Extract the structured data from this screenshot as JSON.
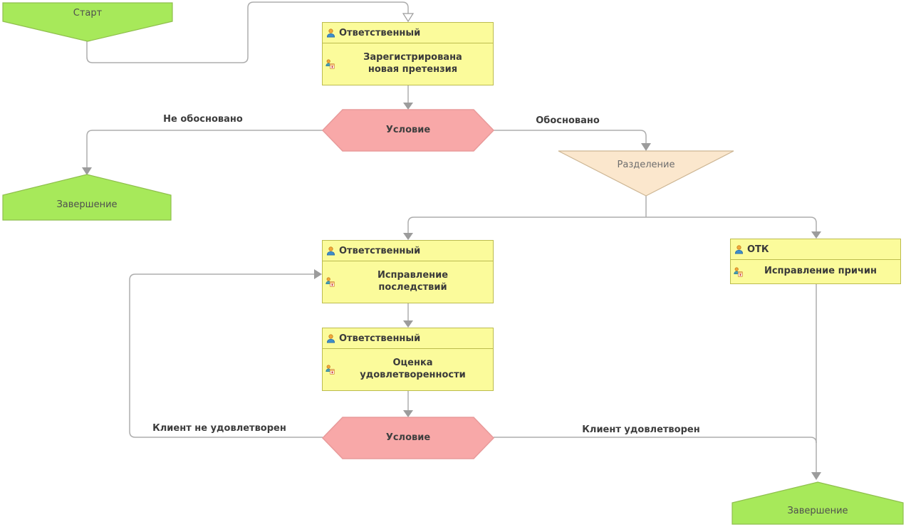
{
  "nodes": {
    "start": {
      "label": "Старт"
    },
    "register": {
      "role": "Ответственный",
      "action": "Зарегистрирована новая претензия"
    },
    "condition1": {
      "label": "Условие"
    },
    "finish_left": {
      "label": "Завершение"
    },
    "split": {
      "label": "Разделение"
    },
    "fix_consequences": {
      "role": "Ответственный",
      "action": "Исправление последствий"
    },
    "fix_causes": {
      "role": "ОТК",
      "action": "Исправление причин"
    },
    "assess_satisfaction": {
      "role": "Ответственный",
      "action": "Оценка удовлетворенности"
    },
    "condition2": {
      "label": "Условие"
    },
    "finish_right": {
      "label": "Завершение"
    }
  },
  "edge_labels": {
    "not_justified": "Не обосновано",
    "justified": "Обосновано",
    "client_not_satisfied": "Клиент не удовлетворен",
    "client_satisfied": "Клиент удовлетворен"
  },
  "colors": {
    "action_fill": "#FBFB9B",
    "action_border": "#BCBC4E",
    "event_fill": "#A7E95A",
    "event_border": "#8FBF4D",
    "condition_fill": "#F8A8A8",
    "condition_border": "#E89A9A",
    "split_fill": "#FBE7CD",
    "split_border": "#CDB694",
    "connector": "#ADADAD",
    "arrowhead": "#9C9C9C"
  }
}
